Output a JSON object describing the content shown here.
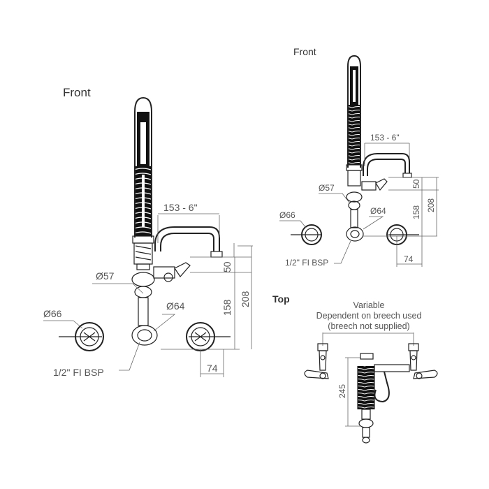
{
  "views": {
    "front_large": {
      "title": "Front",
      "dims": {
        "spout_reach": "153 - 6\"",
        "spout_height": "50",
        "height_inner": "158",
        "height_outer": "208",
        "offset": "74",
        "dia_body": "Ø57",
        "dia_flange_small": "Ø64",
        "dia_flange_large": "Ø66",
        "inlet": "1/2\" FI BSP"
      }
    },
    "front_small": {
      "title": "Front",
      "dims": {
        "spout_reach": "153 - 6\"",
        "spout_height": "50",
        "height_inner": "158",
        "height_outer": "208",
        "offset": "74",
        "dia_body": "Ø57",
        "dia_flange_small": "Ø64",
        "dia_flange_large": "Ø66",
        "inlet": "1/2\" FI BSP"
      }
    },
    "top": {
      "title": "Top",
      "note_lines": [
        "Variable",
        "Dependent on breech used",
        "(breech not supplied)"
      ],
      "height": "245"
    }
  }
}
